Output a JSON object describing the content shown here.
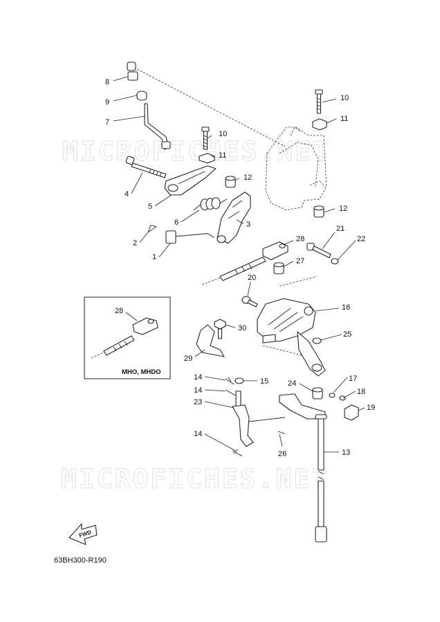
{
  "watermark": "MICROFICHES.NET",
  "reference_code": "63BH300-R190",
  "fwd_label": "FWD",
  "inset": {
    "model_label": "MHO, MHDO",
    "part_number": "28"
  },
  "callouts": [
    {
      "id": "c8",
      "text": "8"
    },
    {
      "id": "c9",
      "text": "9"
    },
    {
      "id": "c7",
      "text": "7"
    },
    {
      "id": "c10a",
      "text": "10"
    },
    {
      "id": "c10b",
      "text": "10"
    },
    {
      "id": "c11a",
      "text": "11"
    },
    {
      "id": "c11b",
      "text": "11"
    },
    {
      "id": "c12a",
      "text": "12"
    },
    {
      "id": "c12b",
      "text": "12"
    },
    {
      "id": "c4",
      "text": "4"
    },
    {
      "id": "c5",
      "text": "5"
    },
    {
      "id": "c6",
      "text": "6"
    },
    {
      "id": "c3",
      "text": "3"
    },
    {
      "id": "c2",
      "text": "2"
    },
    {
      "id": "c1",
      "text": "1"
    },
    {
      "id": "c28",
      "text": "28"
    },
    {
      "id": "c21",
      "text": "21"
    },
    {
      "id": "c22",
      "text": "22"
    },
    {
      "id": "c27",
      "text": "27"
    },
    {
      "id": "c20",
      "text": "20"
    },
    {
      "id": "c16",
      "text": "16"
    },
    {
      "id": "c30",
      "text": "30"
    },
    {
      "id": "c25",
      "text": "25"
    },
    {
      "id": "c29",
      "text": "29"
    },
    {
      "id": "c14a",
      "text": "14"
    },
    {
      "id": "c15",
      "text": "15"
    },
    {
      "id": "c14b",
      "text": "14"
    },
    {
      "id": "c24",
      "text": "24"
    },
    {
      "id": "c17",
      "text": "17"
    },
    {
      "id": "c23",
      "text": "23"
    },
    {
      "id": "c18",
      "text": "18"
    },
    {
      "id": "c19",
      "text": "19"
    },
    {
      "id": "c14c",
      "text": "14"
    },
    {
      "id": "c26",
      "text": "26"
    },
    {
      "id": "c13",
      "text": "13"
    }
  ]
}
